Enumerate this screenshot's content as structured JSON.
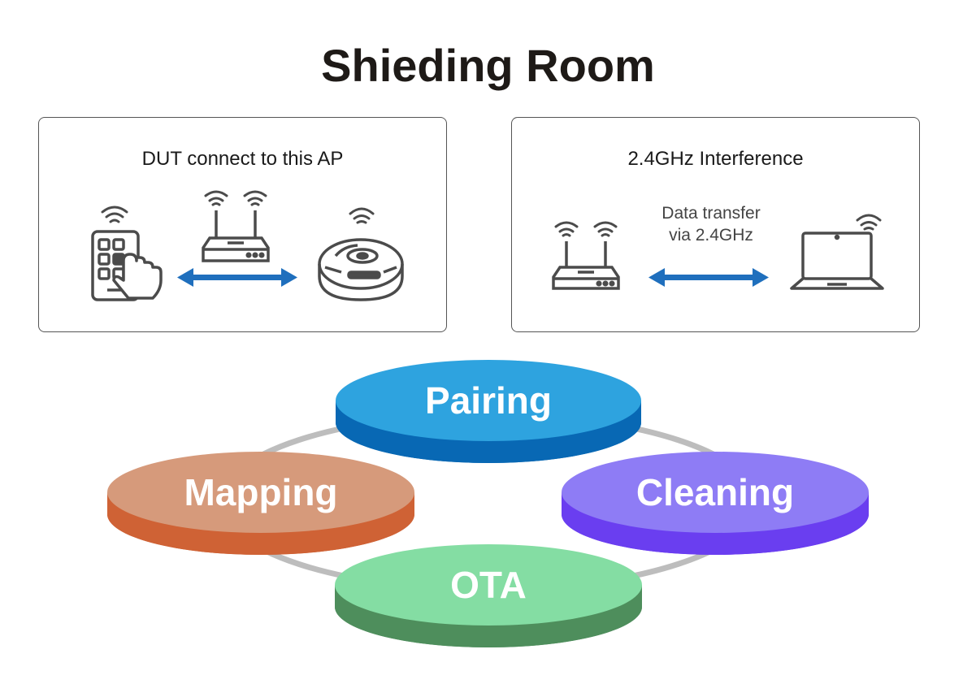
{
  "title": "Shieding Room",
  "left_panel": {
    "heading": "DUT connect to this AP"
  },
  "right_panel": {
    "heading": "2.4GHz Interference",
    "transfer_line1": "Data transfer",
    "transfer_line2": "via 2.4GHz"
  },
  "cycle": {
    "pairing": "Pairing",
    "mapping": "Mapping",
    "cleaning": "Cleaning",
    "ota": "OTA"
  },
  "colors": {
    "arrow": "#1f6fbd",
    "pairing": "#2ea3df",
    "mapping": "#d69a7b",
    "cleaning": "#8e7cf5",
    "ota": "#84dda3",
    "ring": "#bdbdbd",
    "icon": "#4b4b4b"
  }
}
